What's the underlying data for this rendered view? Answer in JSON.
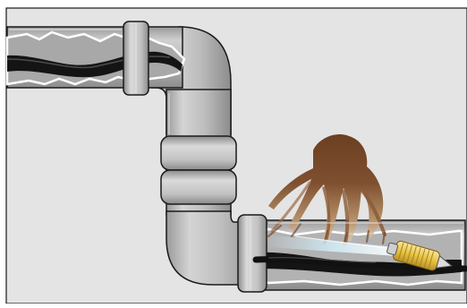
{
  "colors": {
    "background": "#e4e4e4",
    "frame": "#1a1a1a",
    "pipe_body": "#c6c6c6",
    "pipe_shadow": "#8e8e8e",
    "pipe_highlight": "#ececec",
    "pipe_interior": "#b0b0b0",
    "sludge": "#1a1a1a",
    "roots": "#6b3f22",
    "roots_fade": "#d8c4a4",
    "water_jet": "#d2ecf4",
    "nozzle": "#e9c94a",
    "hose": "#111111"
  },
  "scene": {
    "elements": [
      "upper-pipe",
      "pipe-bend",
      "pipe-couplings",
      "lower-pipe",
      "tree-roots",
      "jetting-nozzle",
      "jetting-hose"
    ]
  }
}
